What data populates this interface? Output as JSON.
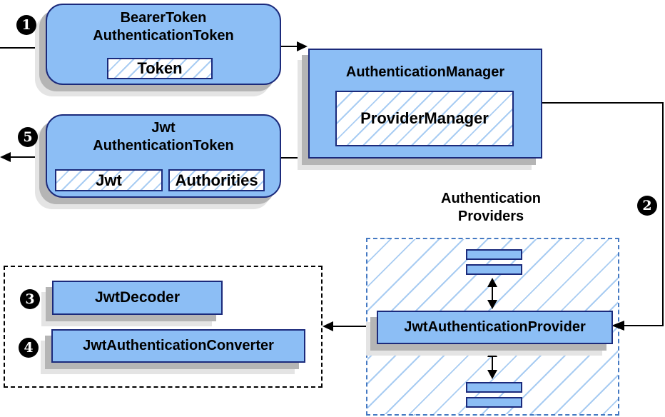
{
  "nodes": {
    "bearer_token": {
      "title": [
        "BearerToken",
        "AuthenticationToken"
      ],
      "chips": [
        "Token"
      ]
    },
    "authentication_manager": {
      "title": "AuthenticationManager",
      "chips": [
        "ProviderManager"
      ]
    },
    "jwt_authentication_token": {
      "title": [
        "Jwt",
        "AuthenticationToken"
      ],
      "chips": [
        "Jwt",
        "Authorities"
      ]
    },
    "jwt_authentication_provider": {
      "title": "JwtAuthenticationProvider"
    },
    "jwt_decoder": {
      "title": "JwtDecoder"
    },
    "jwt_authentication_converter": {
      "title": "JwtAuthenticationConverter"
    }
  },
  "groups": {
    "authentication_providers": {
      "label": [
        "Authentication",
        "Providers"
      ]
    }
  },
  "markers": [
    {
      "glyph": "❶",
      "value": "1"
    },
    {
      "glyph": "❷",
      "value": "2"
    },
    {
      "glyph": "❸",
      "value": "3"
    },
    {
      "glyph": "❹",
      "value": "4"
    },
    {
      "glyph": "❺",
      "value": "5"
    }
  ],
  "colors": {
    "node_fill": "#8CBEF5",
    "node_border": "#1B2A7B",
    "hatch_line": "#A9CDF3",
    "providers_dashed_border": "#4579C2",
    "decoder_group_dashed_border": "#000000",
    "shadow_dark": "#B5B5B5",
    "shadow_light": "#E4E4E4",
    "connector": "#000000",
    "badge_bg": "#000000",
    "badge_text": "#FFFFFF"
  }
}
